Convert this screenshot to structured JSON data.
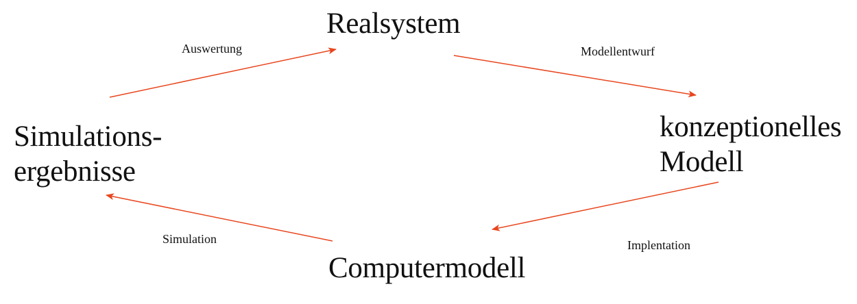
{
  "nodes": {
    "realsystem": "Realsystem",
    "konzept_line1": "konzeptionelles",
    "konzept_line2": "Modell",
    "computermodell": "Computermodell",
    "sim_line1": "Simulations-",
    "sim_line2": "ergebnisse"
  },
  "edges": {
    "modellentwurf": "Modellentwurf",
    "implentation": "Implentation",
    "simulation": "Simulation",
    "auswertung": "Auswertung"
  },
  "colors": {
    "arrow": "#e8461e",
    "text": "#111111"
  }
}
